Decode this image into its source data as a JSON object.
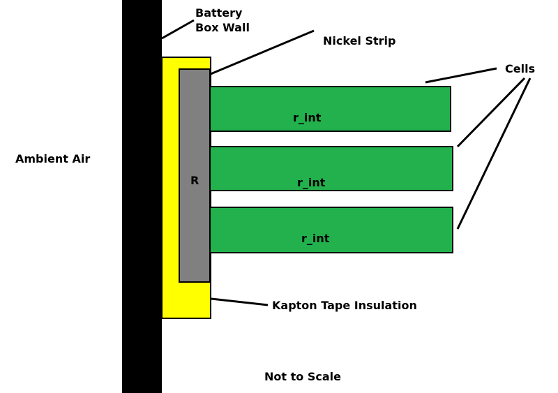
{
  "labels": {
    "battery_line1": "Battery",
    "battery_line2": "Box Wall",
    "nickel_strip": "Nickel Strip",
    "cells": "Cells",
    "ambient_air": "Ambient Air",
    "resistor": "R",
    "cell1": "r_int",
    "cell2": "r_int",
    "cell3": "r_int",
    "kapton": "Kapton Tape Insulation",
    "note": "Not to Scale"
  },
  "colors": {
    "wall": "#000000",
    "insulation": "#ffff00",
    "nickel": "#808080",
    "cell": "#22b14c",
    "outline": "#000000",
    "background": "#ffffff"
  }
}
